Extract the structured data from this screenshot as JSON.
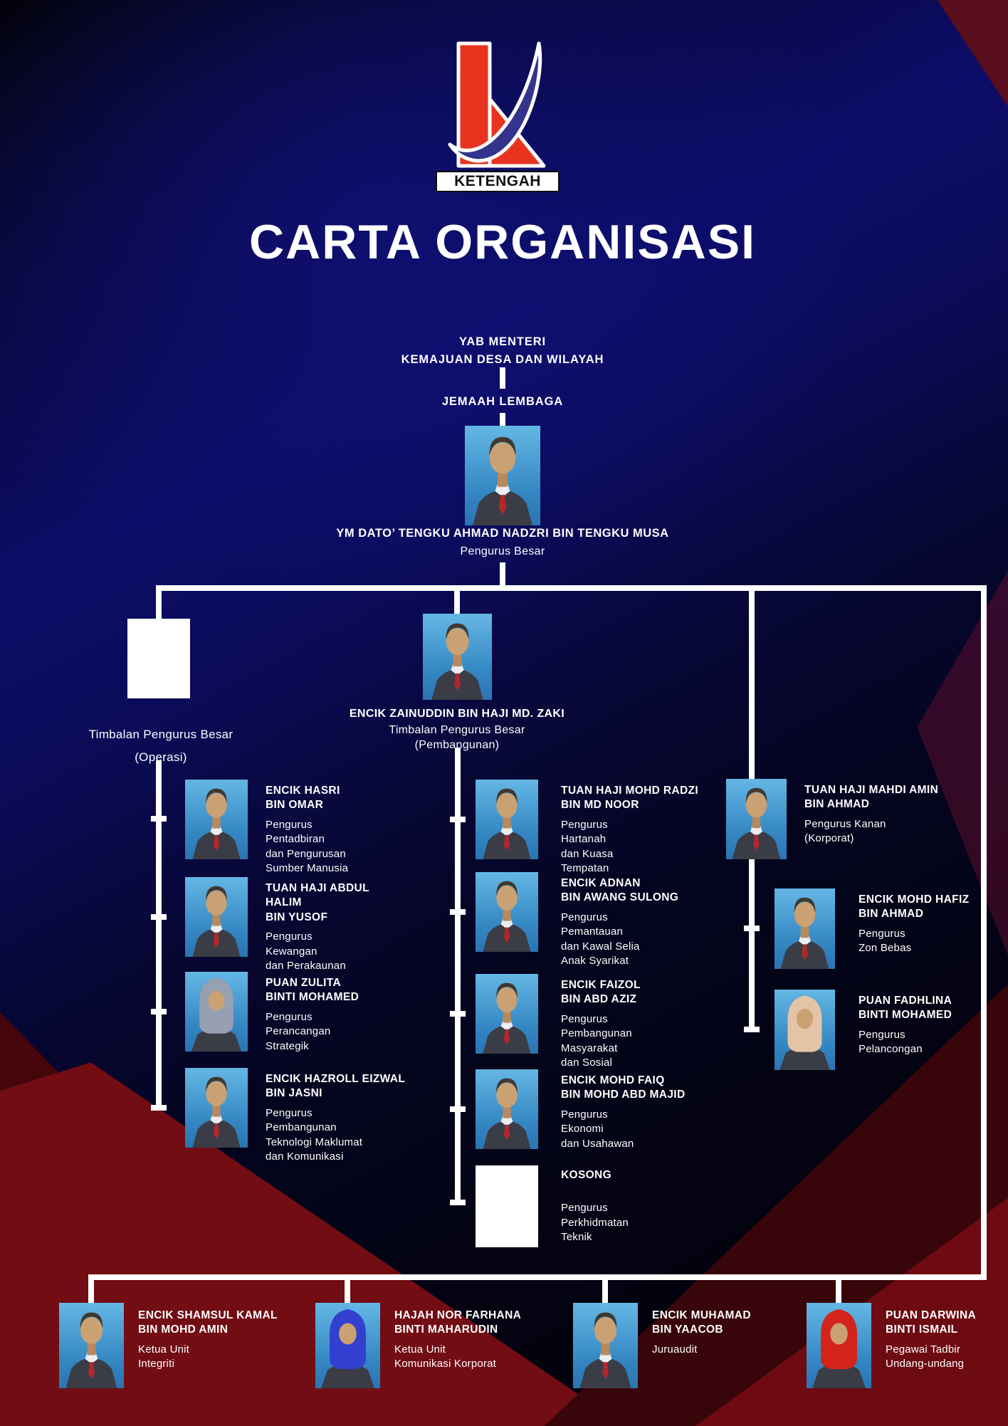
{
  "header": {
    "logo_label": "KETENGAH",
    "title": "CARTA ORGANISASI"
  },
  "apex": {
    "minister": "YAB MENTERI\nKEMAJUAN DESA DAN WILAYAH",
    "board": "JEMAAH LEMBAGA"
  },
  "gm": {
    "name": "YM DATO’ TENGKU AHMAD NADZRI BIN TENGKU MUSA",
    "role": "Pengurus Besar"
  },
  "dgm_operasi": {
    "status": "vacant",
    "role": "Timbalan Pengurus Besar\n(Operasi)"
  },
  "dgm_pembangunan": {
    "name": "ENCIK ZAINUDDIN BIN HAJI MD. ZAKI",
    "role": "Timbalan Pengurus Besar\n(Pembangunan)"
  },
  "korporat_head": {
    "name": "TUAN HAJI MAHDI AMIN\nBIN AHMAD",
    "role": "Pengurus Kanan\n(Korporat)"
  },
  "operasi_members": [
    {
      "name": "ENCIK HASRI\nBIN OMAR",
      "role": "Pengurus\nPentadbiran\ndan Pengurusan\nSumber Manusia"
    },
    {
      "name": "TUAN HAJI ABDUL HALIM\nBIN YUSOF",
      "role": "Pengurus\nKewangan\ndan Perakaunan"
    },
    {
      "name": "PUAN ZULITA\nBINTI MOHAMED",
      "role": "Pengurus\nPerancangan\nStrategik"
    },
    {
      "name": "ENCIK HAZROLL EIZWAL\nBIN JASNI",
      "role": "Pengurus\nPembangunan\nTeknologi Maklumat\ndan Komunikasi"
    }
  ],
  "pembangunan_members": [
    {
      "name": "TUAN HAJI MOHD RADZI\nBIN MD NOOR",
      "role": "Pengurus\nHartanah\ndan Kuasa\nTempatan"
    },
    {
      "name": "ENCIK ADNAN\nBIN AWANG SULONG",
      "role": "Pengurus\nPemantauan\ndan Kawal Selia\nAnak Syarikat"
    },
    {
      "name": "ENCIK FAIZOL\nBIN ABD AZIZ",
      "role": "Pengurus\nPembangunan\nMasyarakat\ndan Sosial"
    },
    {
      "name": "ENCIK MOHD FAIQ\nBIN MOHD ABD MAJID",
      "role": "Pengurus\nEkonomi\ndan Usahawan"
    },
    {
      "name": "KOSONG",
      "status": "vacant",
      "role": "Pengurus\nPerkhidmatan\nTeknik"
    }
  ],
  "korporat_members": [
    {
      "name": "ENCIK MOHD HAFIZ\nBIN AHMAD",
      "role": "Pengurus\nZon Bebas"
    },
    {
      "name": "PUAN FADHLINA\nBINTI MOHAMED",
      "role": "Pengurus\nPelancongan"
    }
  ],
  "units": [
    {
      "name": "ENCIK SHAMSUL KAMAL\nBIN MOHD AMIN",
      "role": "Ketua Unit\nIntegriti"
    },
    {
      "name": "HAJAH NOR FARHANA\nBINTI MAHARUDIN",
      "role": "Ketua Unit\nKomunikasi Korporat"
    },
    {
      "name": "ENCIK MUHAMAD\nBIN YAACOB",
      "role": "Juruaudit"
    },
    {
      "name": "PUAN DARWINA\nBINTI ISMAIL",
      "role": "Pegawai Tadbir\nUndang-undang"
    }
  ],
  "colors": {
    "logo_red": "#e8341f",
    "logo_navy": "#34348c",
    "photo_background_blue": "#3486c2",
    "connector_white": "#ffffff",
    "background_blue": "#0c0c68",
    "background_red": "#720d14"
  }
}
